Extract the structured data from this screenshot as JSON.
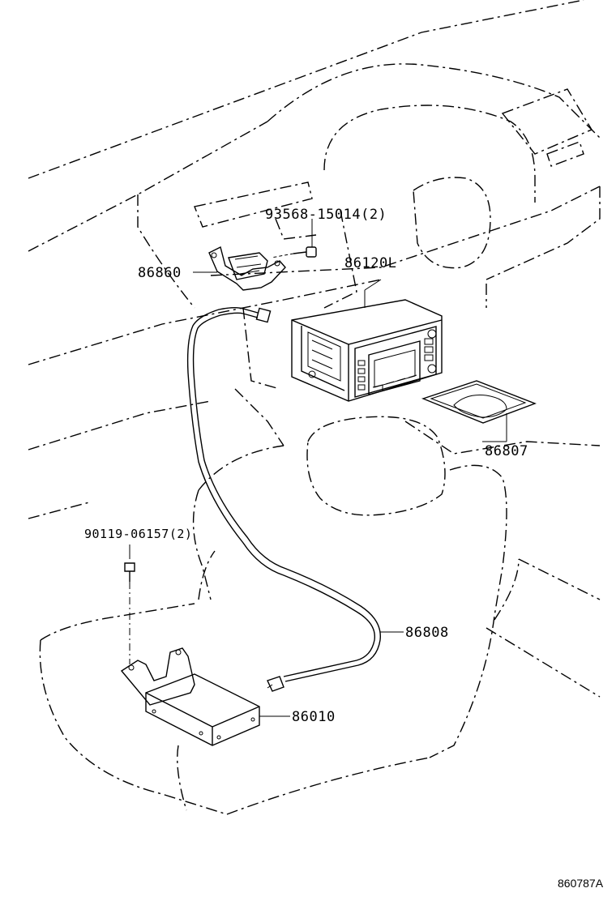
{
  "labels": {
    "bolt_top": "93568-15014(2)",
    "bracket": "86860",
    "navigation_unit": "86120L",
    "plate": "86807",
    "bolt_bottom": "90119-06157(2)",
    "cable": "86808",
    "receiver_box": "86010"
  },
  "diagram_code": "860787A"
}
